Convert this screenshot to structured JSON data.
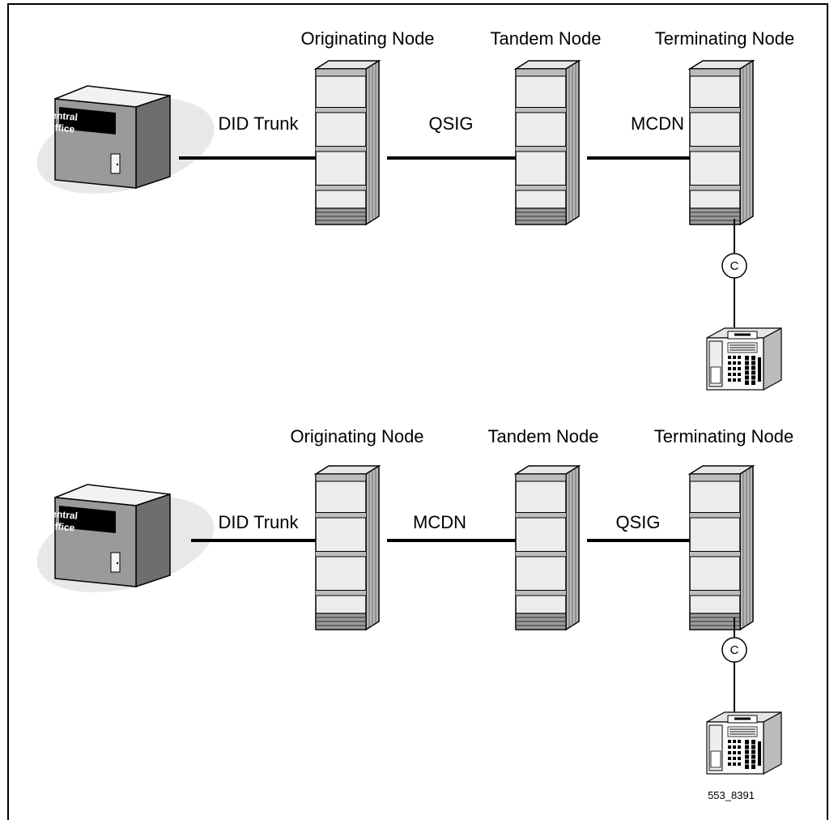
{
  "diagrams": [
    {
      "office_line1": "Central",
      "office_line2": "Office",
      "link1": "DID Trunk",
      "link2": "QSIG",
      "link3": "MCDN",
      "node1": "Originating Node",
      "node2": "Tandem Node",
      "node3": "Terminating Node",
      "connector": "C"
    },
    {
      "office_line1": "Central",
      "office_line2": "Office",
      "link1": "DID Trunk",
      "link2": "MCDN",
      "link3": "QSIG",
      "node1": "Originating Node",
      "node2": "Tandem Node",
      "node3": "Terminating Node",
      "connector": "C"
    }
  ],
  "figure_id": "553_8391"
}
